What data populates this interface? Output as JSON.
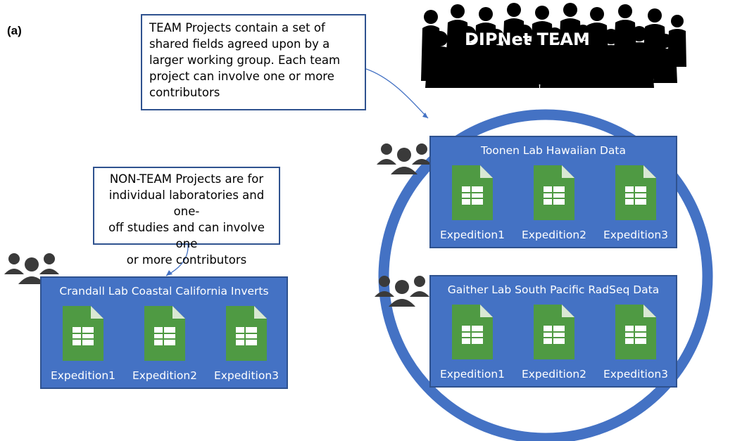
{
  "panel_label": "(a)",
  "team_callout": {
    "lines": [
      "TEAM Projects contain a set of",
      "shared fields agreed upon by a",
      "larger working group.  Each team",
      "project can involve one or more",
      "contributors"
    ]
  },
  "nonteam_callout": {
    "lines": [
      "NON-TEAM Projects are for",
      "individual laboratories and one-",
      "off studies and can involve one",
      "or more contributors"
    ]
  },
  "team_label": "DIPNet TEAM",
  "projects": [
    {
      "title": "Crandall Lab Coastal California Inverts",
      "expeditions": [
        "Expedition1",
        "Expedition2",
        "Expedition3"
      ]
    },
    {
      "title": "Toonen Lab Hawaiian Data",
      "expeditions": [
        "Expedition1",
        "Expedition2",
        "Expedition3"
      ]
    },
    {
      "title": "Gaither Lab South Pacific RadSeq Data",
      "expeditions": [
        "Expedition1",
        "Expedition2",
        "Expedition3"
      ]
    }
  ],
  "colors": {
    "project_fill": "#4472c4",
    "project_border": "#2f528f",
    "circle": "#4472c4",
    "sheet_green": "#4f9a43",
    "people": "#3a3a3a",
    "crowd": "#000000"
  },
  "icons": {
    "people": "people-group-icon",
    "spreadsheet": "spreadsheet-file-icon",
    "crowd": "crowd-silhouette-icon"
  }
}
